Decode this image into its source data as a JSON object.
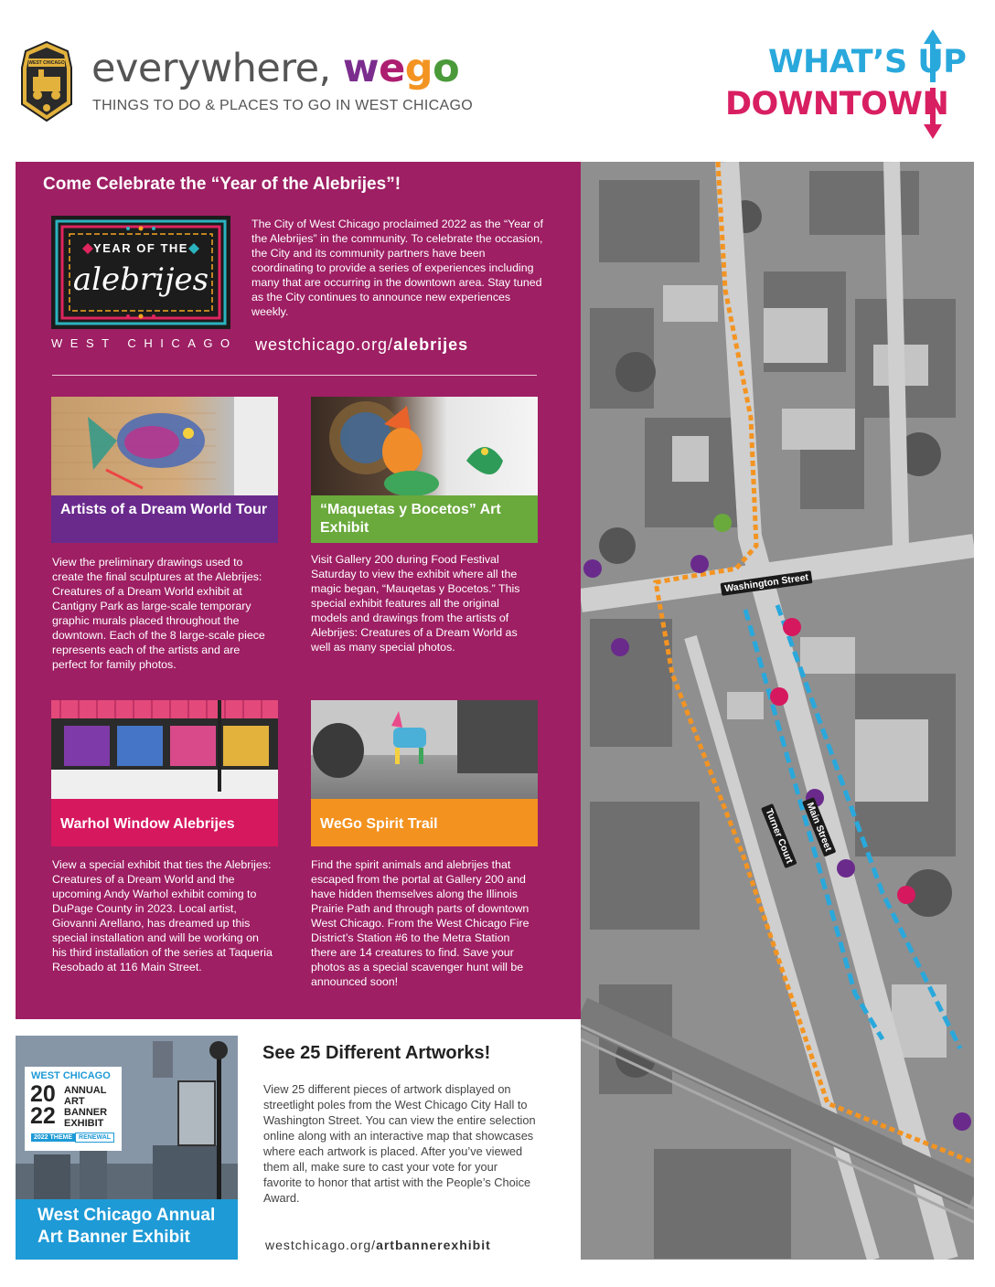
{
  "header": {
    "brand_prefix": "everywhere,",
    "brand_we_w": "w",
    "brand_we_e": "e",
    "brand_go_g": "g",
    "brand_go_o": "o",
    "tagline": "THINGS TO DO & PLACES TO GO IN WEST CHICAGO",
    "whats_up": "WHAT’S UP",
    "downtown": "DOWNTOWN",
    "seal_text": "WEST CHICAGO"
  },
  "feature": {
    "title": "Come Celebrate the “Year of the Alebrijes”!",
    "logo_line1": "YEAR OF THE",
    "logo_line2": "alebrijes",
    "logo_city": "WEST CHICAGO",
    "intro": "The City of West Chicago proclaimed 2022 as the “Year of the Alebrijes” in the community. To celebrate the occasion, the City and its community partners have been coordinating to provide a series of experiences including many that are occurring in the downtown area. Stay tuned as the City continues to announce new experiences weekly.",
    "url_prefix": "westchicago.org/",
    "url_bold": "alebrijes"
  },
  "cards": [
    {
      "label": "Artists of a Dream World Tour",
      "color": "#6a2a8c",
      "text": "View the preliminary drawings used to create the final sculptures at the Alebrijes: Creatures of a Dream World exhibit at Cantigny Park as large-scale temporary graphic murals placed throughout the downtown. Each of the 8 large-scale piece represents each of the artists and are perfect for family photos."
    },
    {
      "label": "“Maquetas y Bocetos” Art Exhibit",
      "color": "#6aa93c",
      "text": "Visit Gallery 200 during Food Festival Saturday to view the exhibit where all the magic began, “Mauqetas y Bocetos.” This special exhibit features all the original models and drawings from the artists of Alebrijes: Creatures of a Dream World as well as many special photos."
    },
    {
      "label": "Warhol Window Alebrijes",
      "color": "#d6185f",
      "text": "View a special exhibit that ties the Alebrijes: Creatures of a Dream World and the upcoming Andy Warhol exhibit coming to DuPage County in 2023. Local artist, Giovanni Arellano, has dreamed up this special installation and will be working on his third installation of the series at Taqueria Resobado at 116 Main Street."
    },
    {
      "label": "WeGo Spirit Trail",
      "color": "#f3921f",
      "text": "Find the spirit animals and alebrijes that escaped from the portal at Gallery 200 and have hidden themselves along the Illinois Prairie Path and through parts of downtown West Chicago. From the West Chicago Fire District’s Station #6 to the Metra Station there are 14 creatures to find. Save your photos as a special scavenger hunt will be announced soon!"
    }
  ],
  "banner": {
    "badge_city": "WEST CHICAGO",
    "year_top": "20",
    "year_bottom": "22",
    "badge_l1": "ANNUAL",
    "badge_l2": "ART",
    "badge_l3": "BANNER",
    "badge_l4": "EXHIBIT",
    "theme_label": "2022 THEME",
    "theme_value": "RENEWAL",
    "caption": "West Chicago Annual Art Banner Exhibit"
  },
  "artworks": {
    "title": "See 25 Different Artworks!",
    "text": "View 25 different pieces of artwork displayed on streetlight poles from the West Chicago City Hall to Washington Street. You can view the entire selection online along with an interactive map that showcases where each artwork is placed. After you’ve viewed them all, make sure to cast your vote for your favorite to honor that artist with the People’s Choice Award.",
    "url_prefix": "westchicago.org/",
    "url_bold": "artbannerexhibit"
  },
  "map": {
    "street_washington": "Washington Street",
    "street_main": "Main Street",
    "street_turner": "Turner Court",
    "colors": {
      "path": "#f39422",
      "banner_route": "#29a8dc",
      "purple": "#6a2a8c",
      "pink": "#d6185f",
      "green": "#6aa93c"
    }
  }
}
